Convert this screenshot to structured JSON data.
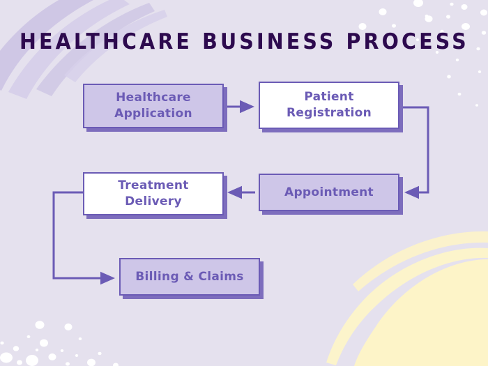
{
  "page": {
    "title": "HEALTHCARE BUSINESS PROCESS",
    "background_color": "#e5e1ee"
  },
  "theme": {
    "accent_purple": "#6b5bb5",
    "title_purple": "#2d0a4e",
    "box_lavender": "#cec6e8",
    "box_white": "#ffffff",
    "shadow_purple": "#7d6dbd",
    "decor_lavender": "#cdc5e4",
    "decor_yellow": "#fdf4c8",
    "decor_dot": "#ffffff"
  },
  "flow": {
    "nodes": [
      {
        "id": "healthcare-application",
        "label": "Healthcare\nApplication",
        "fill": "lavender",
        "step": 1
      },
      {
        "id": "patient-registration",
        "label": "Patient\nRegistration",
        "fill": "white",
        "step": 2
      },
      {
        "id": "appointment",
        "label": "Appointment",
        "fill": "lavender",
        "step": 3
      },
      {
        "id": "treatment-delivery",
        "label": "Treatment\nDelivery",
        "fill": "white",
        "step": 4
      },
      {
        "id": "billing-claims",
        "label": "Billing & Claims",
        "fill": "lavender",
        "step": 5
      }
    ],
    "connectors": [
      {
        "id": "conn-app-to-registration",
        "from": "healthcare-application",
        "to": "patient-registration",
        "direction": "right"
      },
      {
        "id": "conn-registration-to-appointment",
        "from": "patient-registration",
        "to": "appointment",
        "direction": "down-left"
      },
      {
        "id": "conn-appointment-to-treatment",
        "from": "appointment",
        "to": "treatment-delivery",
        "direction": "left"
      },
      {
        "id": "conn-treatment-to-billing",
        "from": "treatment-delivery",
        "to": "billing-claims",
        "direction": "down-right"
      }
    ]
  },
  "decorations": {
    "top_left_strokes": "curved lavender brush arcs",
    "bottom_right_blob": "pale yellow rounded blob with thin arc stroke",
    "dot_clusters": "white speckle dots top-right and bottom-left"
  }
}
